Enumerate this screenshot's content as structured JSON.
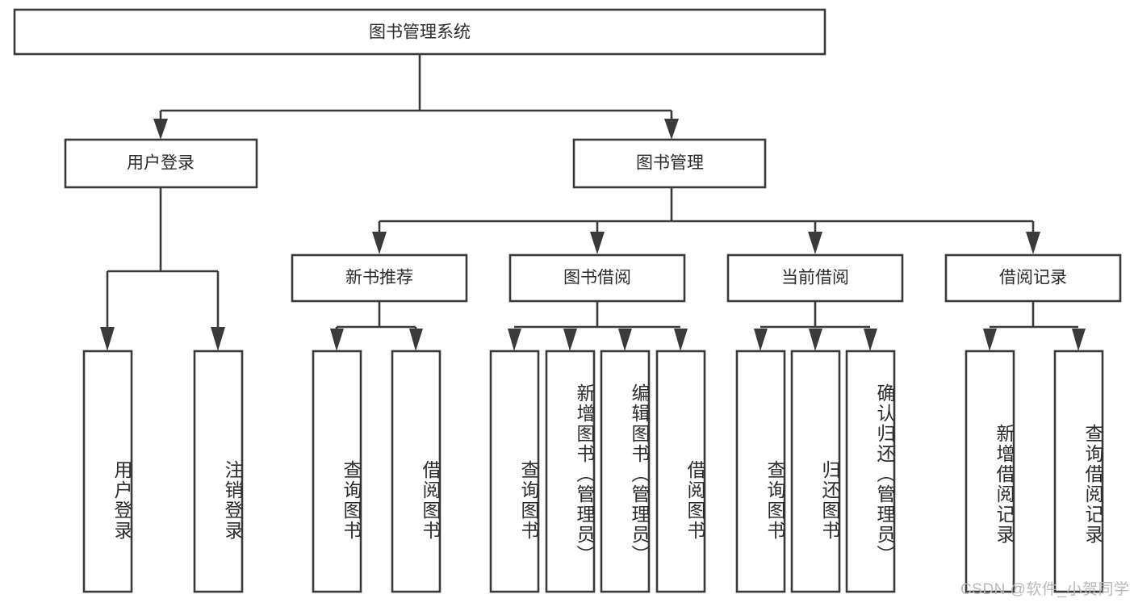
{
  "diagram": {
    "type": "tree-hierarchy",
    "title": "图书管理系统",
    "orientation": "top-down",
    "colors": {
      "box_stroke": "#3a3a3a",
      "box_fill": "#ffffff",
      "text": "#2b2b2b",
      "background": "#ffffff",
      "watermark": "#b9b9b9"
    },
    "root": {
      "label": "图书管理系统",
      "level": 1
    },
    "level2": [
      {
        "label": "用户登录"
      },
      {
        "label": "图书管理"
      }
    ],
    "level3": [
      {
        "label": "新书推荐",
        "parent": "图书管理"
      },
      {
        "label": "图书借阅",
        "parent": "图书管理"
      },
      {
        "label": "当前借阅",
        "parent": "图书管理"
      },
      {
        "label": "借阅记录",
        "parent": "图书管理"
      }
    ],
    "leaves": {
      "user_login": [
        {
          "label": "用户登录"
        },
        {
          "label": "注销登录"
        }
      ],
      "new_book_recommend": [
        {
          "label": "查询图书"
        },
        {
          "label": "借阅图书"
        }
      ],
      "book_borrow": [
        {
          "label": "查询图书"
        },
        {
          "label": "新增图书（管理员）"
        },
        {
          "label": "编辑图书（管理员）"
        },
        {
          "label": "借阅图书"
        }
      ],
      "current_borrow": [
        {
          "label": "查询图书"
        },
        {
          "label": "归还图书"
        },
        {
          "label": "确认归还（管理员）"
        }
      ],
      "borrow_record": [
        {
          "label": "新增借阅记录"
        },
        {
          "label": "查询借阅记录"
        }
      ]
    },
    "watermark": "CSDN @软件_小贺同学"
  }
}
